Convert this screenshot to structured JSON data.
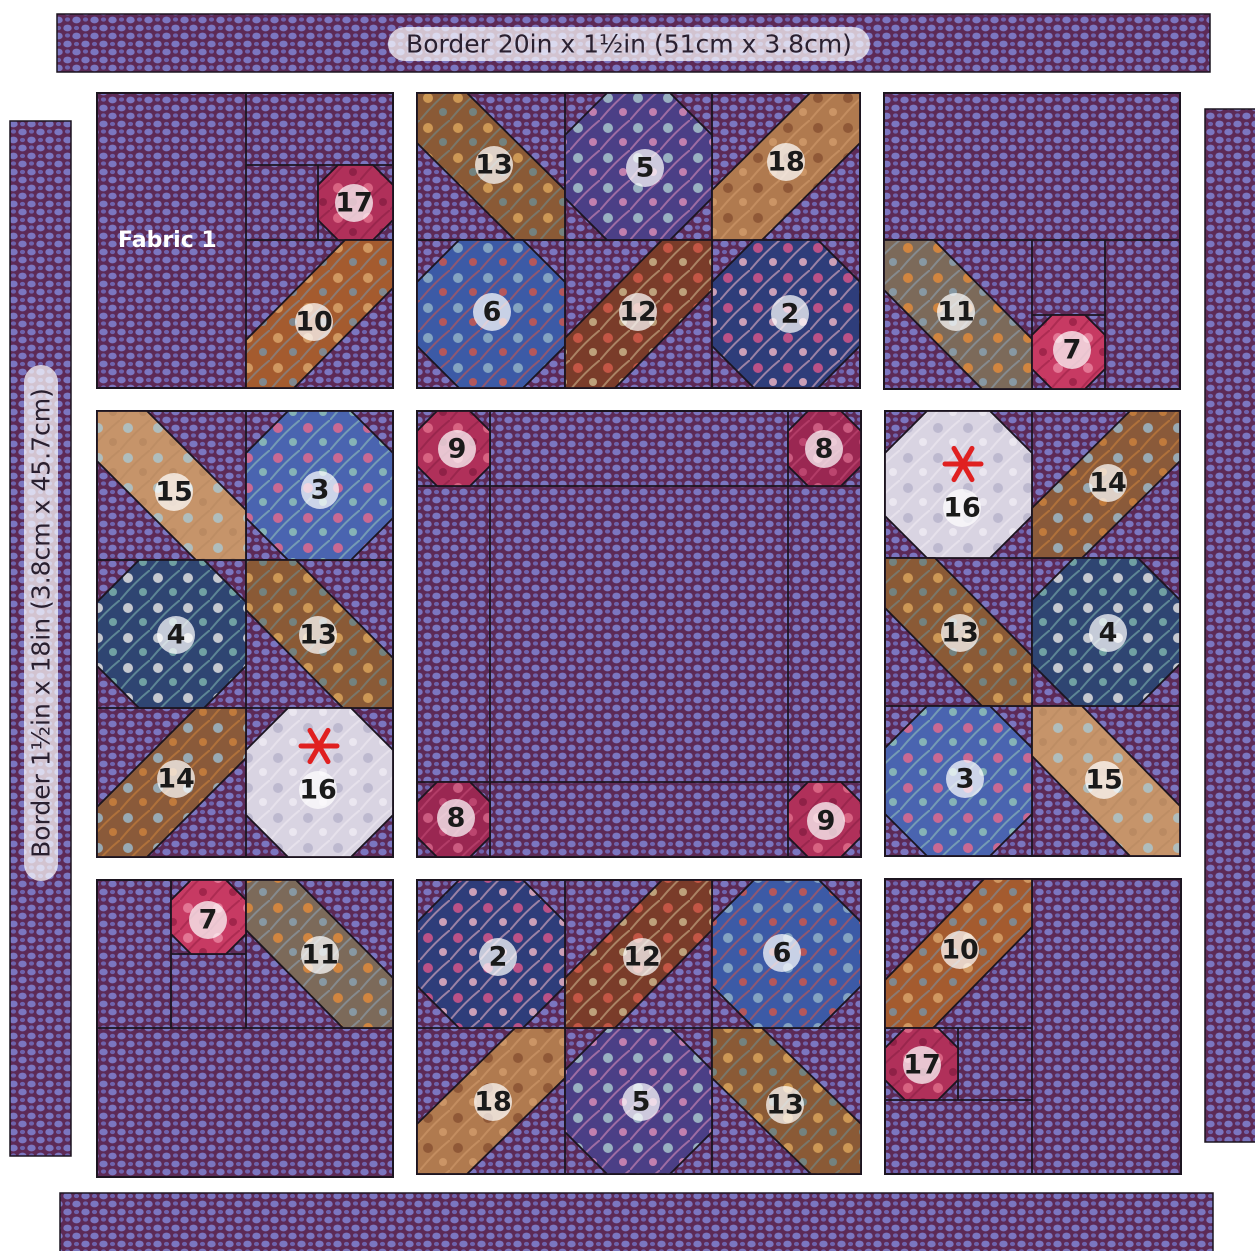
{
  "border_top_label": "Border 20in x 1½in (51cm x 3.8cm)",
  "border_left_label": "Border 1½in x 18in (3.8cm x 45.7cm)",
  "fabric_label": "Fabric 1",
  "colors": {
    "background_fabric": "#5d2a56",
    "background_dot": "#7b76c0",
    "outline": "#1c1520",
    "label_pill": "rgba(255,255,255,0.72)",
    "special_mark": "#e02020"
  },
  "pieces": [
    {
      "id": 13,
      "fabric": "brown-floral"
    },
    {
      "id": 5,
      "fabric": "purple-leaves"
    },
    {
      "id": 18,
      "fabric": "tan-leaves"
    },
    {
      "id": 6,
      "fabric": "blue-acanthus"
    },
    {
      "id": 12,
      "fabric": "rust-mushroom"
    },
    {
      "id": 2,
      "fabric": "navy-pink-floral"
    },
    {
      "id": 17,
      "fabric": "magenta-rose"
    },
    {
      "id": 10,
      "fabric": "rust-squirrel"
    },
    {
      "id": 11,
      "fabric": "orange-floral"
    },
    {
      "id": 7,
      "fabric": "pink-rose"
    },
    {
      "id": 15,
      "fabric": "tan-dot"
    },
    {
      "id": 3,
      "fabric": "blue-pink-floral"
    },
    {
      "id": 4,
      "fabric": "navy-mushroom"
    },
    {
      "id": 14,
      "fabric": "rust-squirrel-leaves"
    },
    {
      "id": 16,
      "fabric": "cream-dot",
      "marked": true
    },
    {
      "id": 9,
      "fabric": "magenta-rose"
    },
    {
      "id": 8,
      "fabric": "magenta-leaf"
    }
  ]
}
